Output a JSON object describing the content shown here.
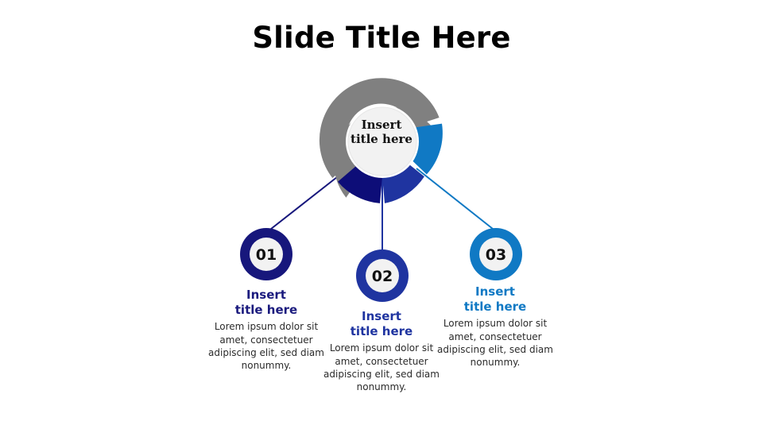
{
  "slide": {
    "title": "Slide Title Here",
    "background_color": "#ffffff"
  },
  "hub": {
    "label": "Insert\ntitle here",
    "label_line1": "Insert",
    "label_line2": "title here",
    "inner_fill": "#f2f2f2",
    "segments": [
      {
        "name": "segment-gray",
        "color": "#808080"
      },
      {
        "name": "segment-light-blue",
        "color": "#1079c4"
      },
      {
        "name": "segment-blue",
        "color": "#1f34a0"
      },
      {
        "name": "segment-navy",
        "color": "#0d0d78"
      }
    ]
  },
  "nodes": [
    {
      "number": "01",
      "ring_color": "#17177c",
      "connector_color": "#17177c"
    },
    {
      "number": "02",
      "ring_color": "#1f34a0",
      "connector_color": "#1f34a0"
    },
    {
      "number": "03",
      "ring_color": "#1079c4",
      "connector_color": "#1079c4"
    }
  ],
  "columns": [
    {
      "heading_line1": "Insert",
      "heading_line2": "title here",
      "heading_color": "#1b1b7e",
      "body": "Lorem ipsum dolor sit amet, consectetuer adipiscing elit, sed diam nonummy."
    },
    {
      "heading_line1": "Insert",
      "heading_line2": "title here",
      "heading_color": "#1f34a0",
      "body": "Lorem ipsum dolor sit amet, consectetuer adipiscing elit, sed diam nonummy."
    },
    {
      "heading_line1": "Insert",
      "heading_line2": "title here",
      "heading_color": "#1079c4",
      "body": "Lorem ipsum dolor sit amet, consectetuer adipiscing elit, sed diam nonummy."
    }
  ]
}
